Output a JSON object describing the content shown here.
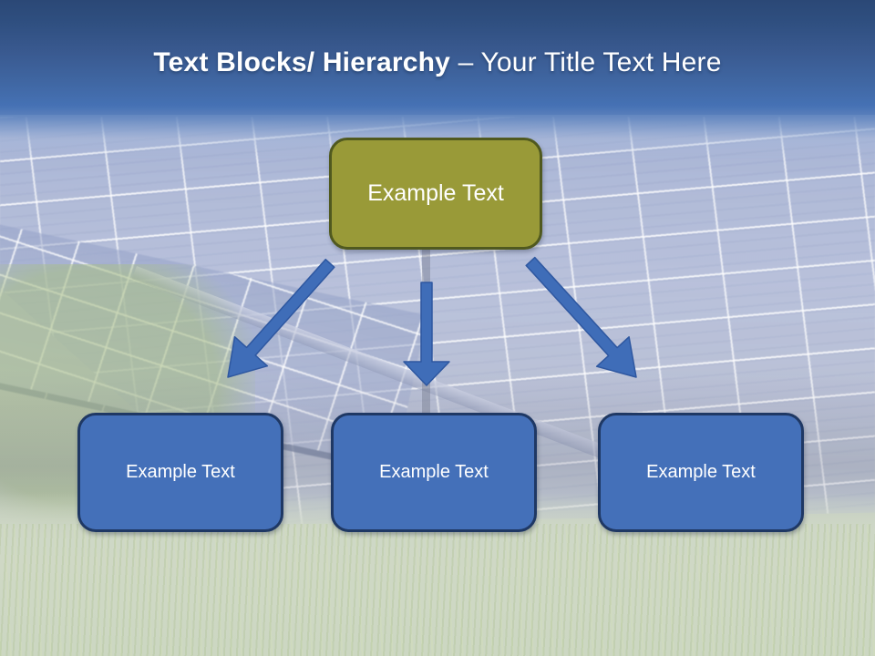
{
  "slide": {
    "title": {
      "bold_part": "Text Blocks/ Hierarchy",
      "regular_part": "– Your Title Text Here"
    },
    "background": {
      "name": "solar-panel-field-photo-washed-out"
    }
  },
  "diagram": {
    "root": {
      "label": "Example Text"
    },
    "children": [
      {
        "label": "Example Text"
      },
      {
        "label": "Example Text"
      },
      {
        "label": "Example Text"
      }
    ]
  },
  "colors": {
    "header_top": "#2b4876",
    "header_bottom": "#4571b4",
    "title_text": "#ffffff",
    "root_fill": "#999a38",
    "root_border": "#50591f",
    "child_fill": "#4470b9",
    "child_border": "#1f3864",
    "arrow_fill": "#3f6db8",
    "arrow_stroke": "#2e57a0"
  }
}
